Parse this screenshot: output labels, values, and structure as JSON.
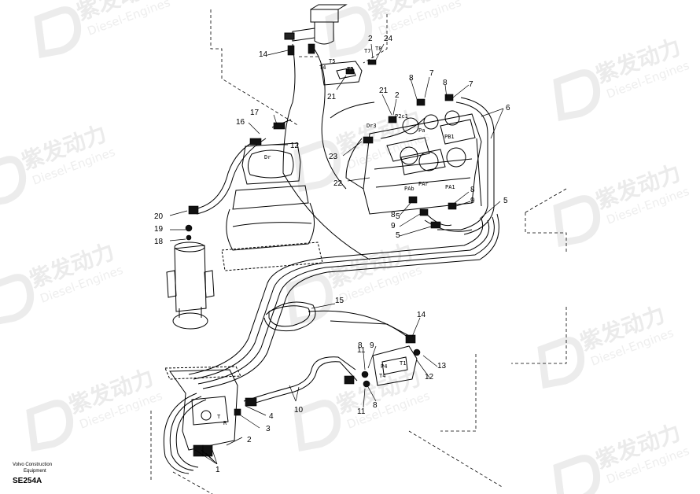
{
  "watermark": {
    "cn": "紫发动力",
    "en": "Diesel-Engines"
  },
  "caption": {
    "brand_line_1": "Volvo Construction",
    "brand_line_2": "Equipment",
    "figure_code": "SE254A"
  },
  "callouts": [
    {
      "label": "1"
    },
    {
      "label": "2"
    },
    {
      "label": "3"
    },
    {
      "label": "4"
    },
    {
      "label": "5"
    },
    {
      "label": "5"
    },
    {
      "label": "5"
    },
    {
      "label": "6"
    },
    {
      "label": "7"
    },
    {
      "label": "7"
    },
    {
      "label": "8"
    },
    {
      "label": "8"
    },
    {
      "label": "8"
    },
    {
      "label": "8"
    },
    {
      "label": "8"
    },
    {
      "label": "8"
    },
    {
      "label": "9"
    },
    {
      "label": "9"
    },
    {
      "label": "9"
    },
    {
      "label": "10"
    },
    {
      "label": "11"
    },
    {
      "label": "11"
    },
    {
      "label": "12"
    },
    {
      "label": "12"
    },
    {
      "label": "13"
    },
    {
      "label": "14"
    },
    {
      "label": "14"
    },
    {
      "label": "15"
    },
    {
      "label": "16"
    },
    {
      "label": "17"
    },
    {
      "label": "18"
    },
    {
      "label": "19"
    },
    {
      "label": "20"
    },
    {
      "label": "21"
    },
    {
      "label": "21"
    },
    {
      "label": "22"
    },
    {
      "label": "23"
    },
    {
      "label": "24"
    },
    {
      "label": "2"
    },
    {
      "label": "2"
    }
  ],
  "port_labels": [
    {
      "text": "T7"
    },
    {
      "text": "T8"
    },
    {
      "text": "T5"
    },
    {
      "text": "T4"
    },
    {
      "text": "T3"
    },
    {
      "text": "Dr3"
    },
    {
      "text": "P2c1"
    },
    {
      "text": "Pa"
    },
    {
      "text": "PB1"
    },
    {
      "text": "PAb"
    },
    {
      "text": "PAr"
    },
    {
      "text": "PA1"
    },
    {
      "text": "Dr"
    },
    {
      "text": "P4"
    },
    {
      "text": "T4"
    },
    {
      "text": "T1"
    },
    {
      "text": "T"
    },
    {
      "text": "R"
    }
  ]
}
